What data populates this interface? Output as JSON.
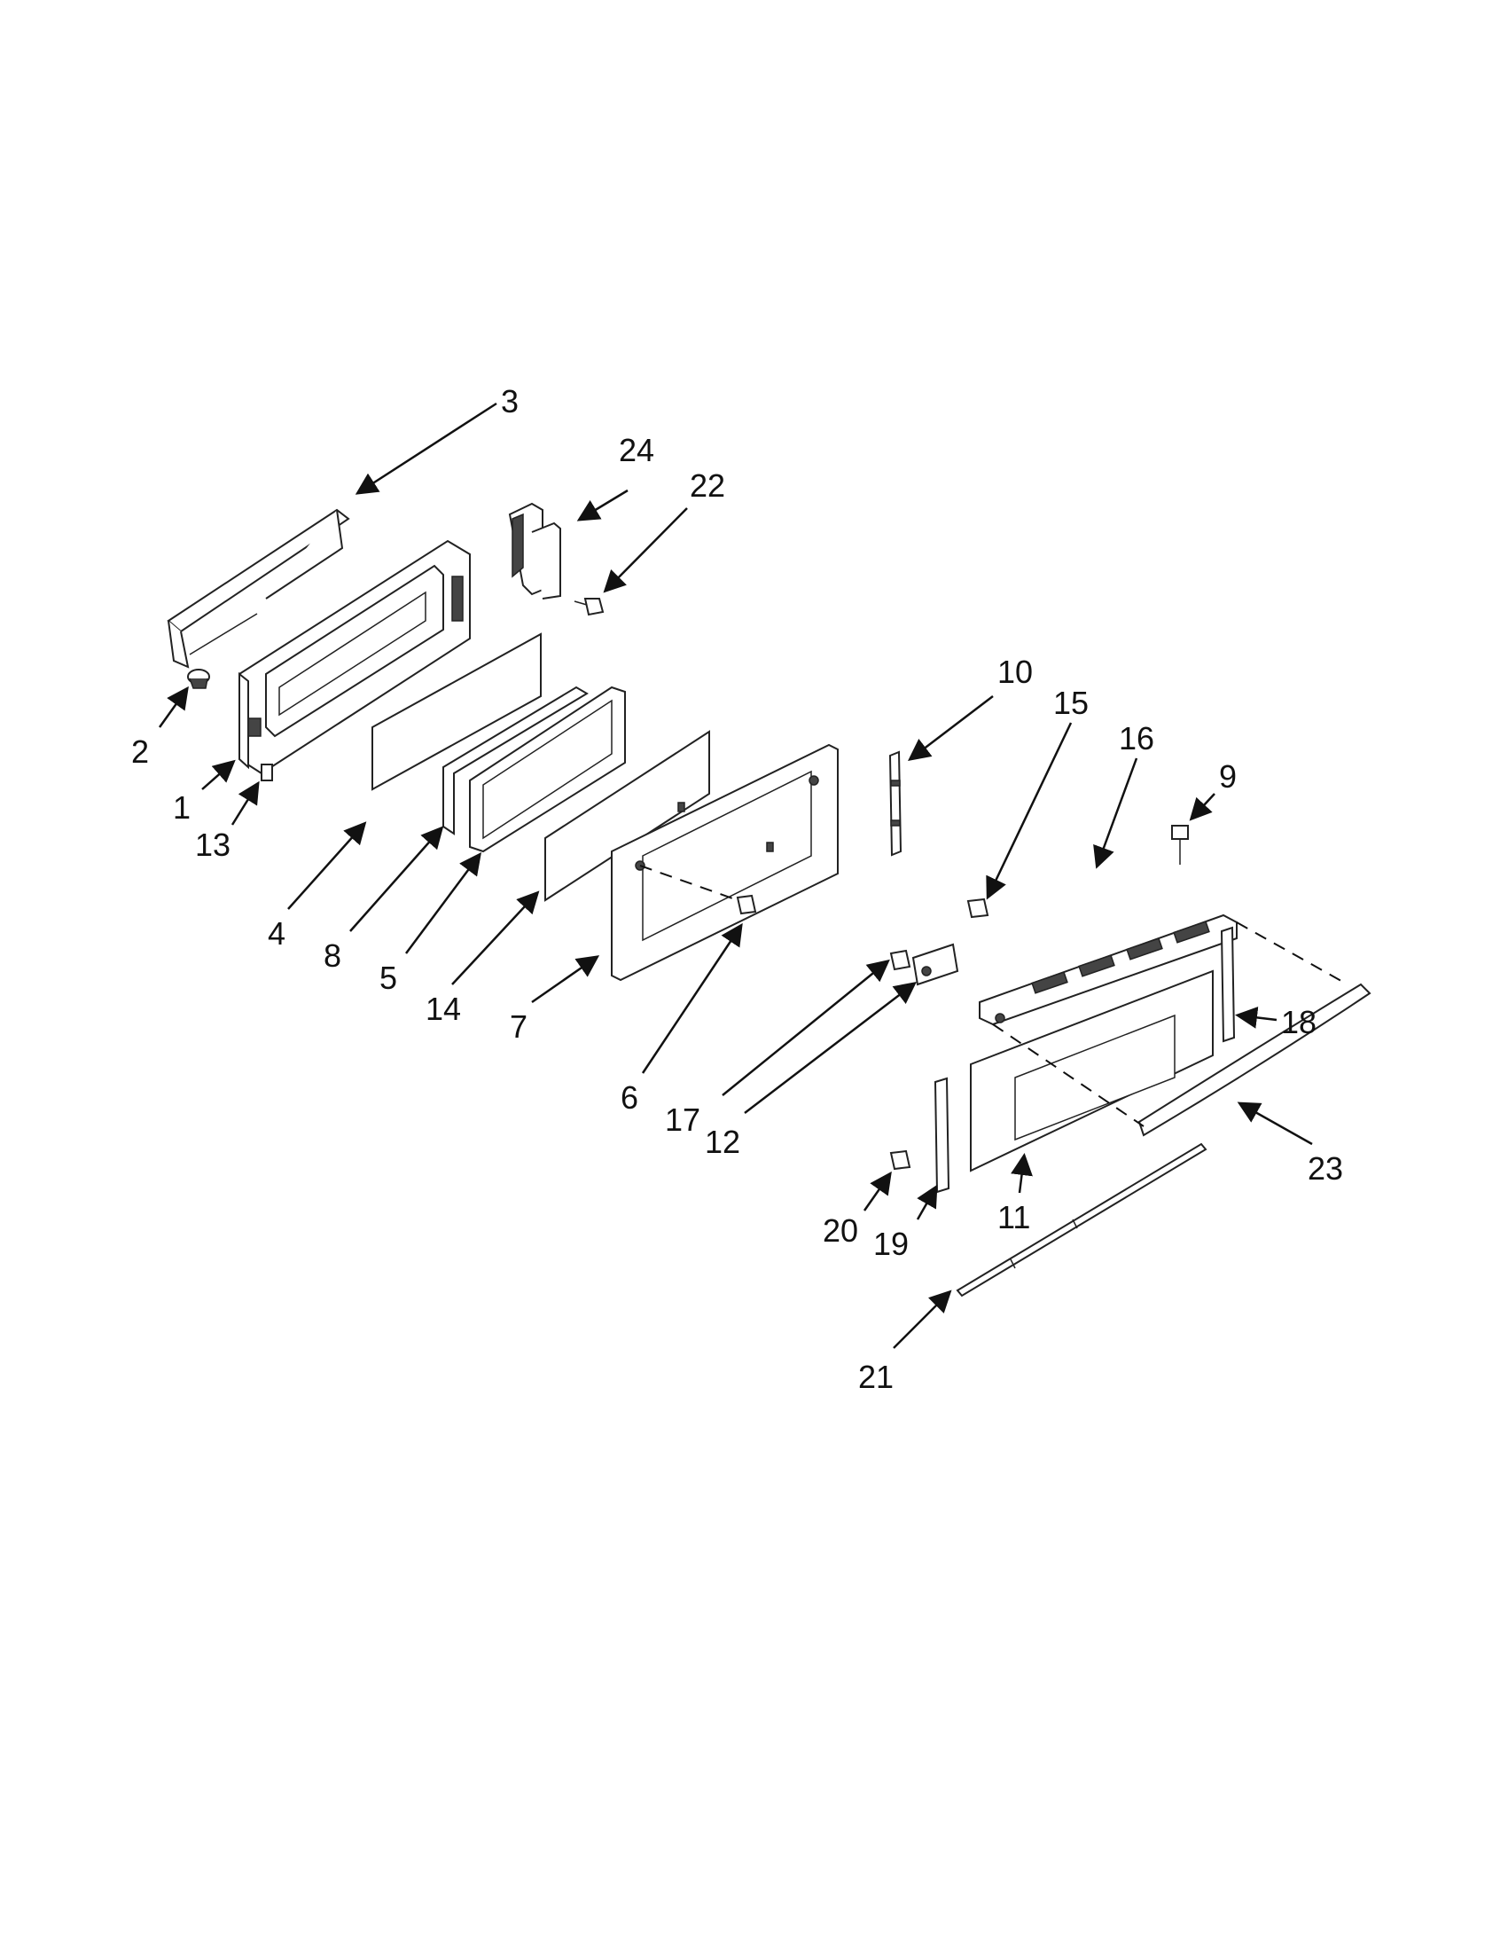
{
  "diagram": {
    "callouts": [
      {
        "id": "c1",
        "label": "1"
      },
      {
        "id": "c2",
        "label": "2"
      },
      {
        "id": "c3",
        "label": "3"
      },
      {
        "id": "c4",
        "label": "4"
      },
      {
        "id": "c5",
        "label": "5"
      },
      {
        "id": "c6",
        "label": "6"
      },
      {
        "id": "c7",
        "label": "7"
      },
      {
        "id": "c8",
        "label": "8"
      },
      {
        "id": "c9",
        "label": "9"
      },
      {
        "id": "c10",
        "label": "10"
      },
      {
        "id": "c11",
        "label": "11"
      },
      {
        "id": "c12",
        "label": "12"
      },
      {
        "id": "c13",
        "label": "13"
      },
      {
        "id": "c14",
        "label": "14"
      },
      {
        "id": "c15",
        "label": "15"
      },
      {
        "id": "c16",
        "label": "16"
      },
      {
        "id": "c17",
        "label": "17"
      },
      {
        "id": "c18",
        "label": "18"
      },
      {
        "id": "c19",
        "label": "19"
      },
      {
        "id": "c20",
        "label": "20"
      },
      {
        "id": "c21",
        "label": "21"
      },
      {
        "id": "c22",
        "label": "22"
      },
      {
        "id": "c23",
        "label": "23"
      },
      {
        "id": "c24",
        "label": "24"
      }
    ]
  }
}
